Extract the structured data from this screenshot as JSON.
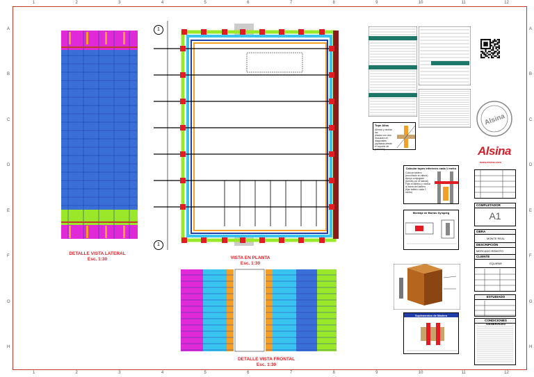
{
  "sheet": {
    "col_numbers": [
      "1",
      "2",
      "3",
      "4",
      "5",
      "6",
      "7",
      "8",
      "9",
      "10",
      "11",
      "12"
    ],
    "row_letters": [
      "A",
      "B",
      "C",
      "D",
      "E",
      "F",
      "G",
      "H"
    ]
  },
  "views": {
    "lateral": {
      "title": "DETALLE VISTA LATERAL",
      "scale": "Esc. 1:30"
    },
    "planta": {
      "title": "VISTA EN PLANTA",
      "scale": "Esc. 1:30"
    },
    "frontal": {
      "title": "DETALLE VISTA FRONTAL",
      "scale": "Esc. 1:30"
    }
  },
  "section_marks": {
    "top": "1",
    "bottom": "1"
  },
  "details": {
    "tope": {
      "title": "Tope Alisa",
      "lines": [
        "Alinear y nivelar las",
        "placas con una",
        "escuadra en",
        "diagonales",
        "(ajustada desde",
        "el soporte de posición)"
      ]
    },
    "calcular": {
      "title": "Calcular topes inferiores cada 1 metro",
      "lines": [
        "Colocar tablero",
        "(encofrado en altura)",
        "Apoyo conjugado",
        "(tornillo por el lateral)",
        "Fijar el tablero y nivelar",
        "la barra del tablero",
        "(fijar tablero cada 1 metro)"
      ]
    },
    "montaje": {
      "title": "Montaje de Barras Sympleg"
    },
    "suplementos": {
      "title": "Suplementos de Madera"
    }
  },
  "title_block": {
    "format_label": "COMPLETADOR",
    "format": "A1",
    "obra_label": "OBRA",
    "obra": "MONTE REAL",
    "desc_label": "DESCRIPCIÓN",
    "desc": "MERCADO REMOTO",
    "cliente_label": "CLIENTE",
    "cliente": "EQUIPAR",
    "estudiado": "ESTUDIADO",
    "conditions_title": "CONDICIONES GENERALES"
  },
  "brand": {
    "name": "Alsina",
    "url": "www.alsina.com"
  },
  "colors": {
    "blue": "#3a6fd8",
    "magenta": "#e02ad8",
    "lime": "#9be82a",
    "cyan": "#39c4f0",
    "orange": "#f4a028",
    "red": "#e31b23",
    "darkblue": "#1f3ea8"
  }
}
